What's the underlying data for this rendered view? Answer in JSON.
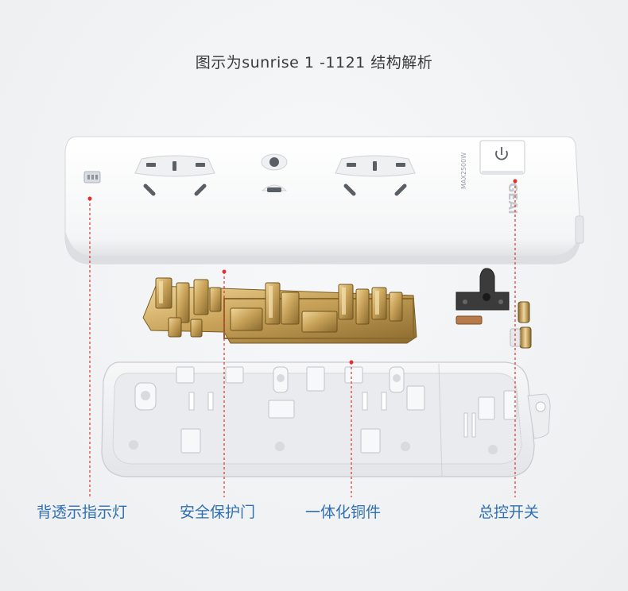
{
  "title": "图示为sunrise 1 -1121 结构解析",
  "top_cover": {
    "rating_label": "MAX2500W",
    "brand_label": "GEAI"
  },
  "callouts": [
    {
      "id": "backlight",
      "label": "背透示指示灯"
    },
    {
      "id": "shutter",
      "label": "安全保护门"
    },
    {
      "id": "copper",
      "label": "一体化铜件"
    },
    {
      "id": "switch",
      "label": "总控开关"
    }
  ],
  "colors": {
    "background": "#eceef0",
    "shell": "#ffffff",
    "copper": "#c9a35a",
    "leader_line": "#e03030",
    "callout_text": "#2f6fb3",
    "title_text": "#3a3a3a",
    "switch_part": "#3b3b3b"
  }
}
